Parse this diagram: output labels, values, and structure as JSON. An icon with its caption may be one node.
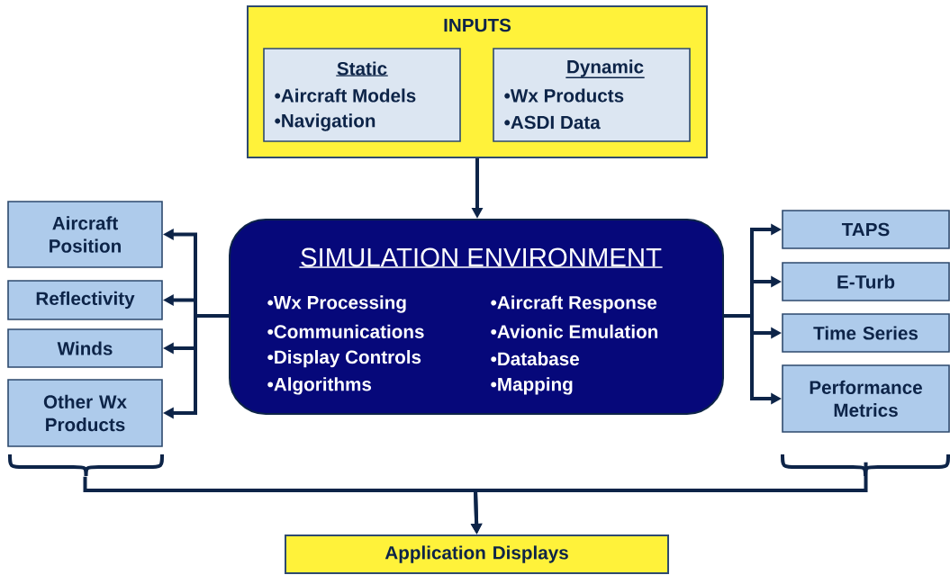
{
  "diagram": {
    "nodes": [
      {
        "text": [
          "INPUTS"
        ]
      },
      {
        "text": [
          "Static",
          "•Aircraft Models",
          "•Navigation"
        ],
        "in": 0
      },
      {
        "text": [
          "Dynamic",
          "•Wx Products",
          "•ASDI Data"
        ],
        "in": 0
      },
      {
        "text": [
          "SIMULATION ENVIRONMENT",
          "•Wx Processing",
          "•Communications",
          "•Display Controls",
          "•Algorithms",
          "•Aircraft Response",
          "•Avionic Emulation",
          "•Database",
          "•Mapping"
        ]
      },
      {
        "text": [
          "Aircraft Position"
        ]
      },
      {
        "text": [
          "Reflectivity"
        ]
      },
      {
        "text": [
          "Winds"
        ]
      },
      {
        "text": [
          "Other Wx Products"
        ]
      },
      {
        "text": [
          "TAPS"
        ]
      },
      {
        "text": [
          "E-Turb"
        ]
      },
      {
        "text": [
          "Time Series"
        ]
      },
      {
        "text": [
          "Performance Metrics"
        ]
      },
      {
        "text": [
          "Application Displays"
        ]
      }
    ],
    "edges": [
      {
        "from": 0,
        "to": 3,
        "arrow": "to"
      },
      {
        "from": 3,
        "to": 4,
        "arrow": "to"
      },
      {
        "from": 3,
        "to": 5,
        "arrow": "to"
      },
      {
        "from": 3,
        "to": 6,
        "arrow": "to"
      },
      {
        "from": 3,
        "to": 7,
        "arrow": "to"
      },
      {
        "from": 3,
        "to": 8,
        "arrow": "to"
      },
      {
        "from": 3,
        "to": 9,
        "arrow": "to"
      },
      {
        "from": 3,
        "to": 10,
        "arrow": "to"
      },
      {
        "from": 3,
        "to": 11,
        "arrow": "to"
      },
      {
        "from": 7,
        "to": 12,
        "arrow": "to"
      },
      {
        "from": 11,
        "to": 12,
        "arrow": "to"
      }
    ]
  }
}
